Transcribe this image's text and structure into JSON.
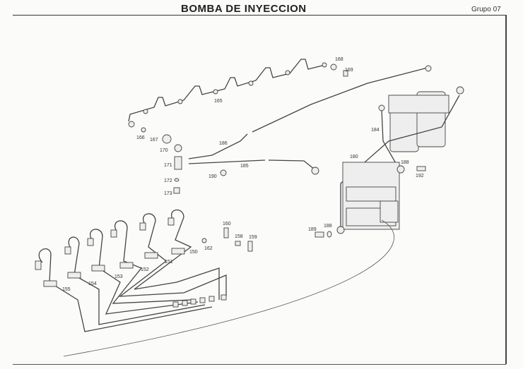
{
  "header": {
    "title": "BOMBA DE INYECCION",
    "group": "Grupo 07"
  },
  "labels": {
    "p165": "165",
    "p168": "168",
    "p169": "169",
    "p166": "166",
    "p167": "167",
    "p170": "170",
    "p171": "171",
    "p172": "172",
    "p173": "173",
    "p186": "186",
    "p185": "185",
    "p190": "190",
    "p180": "180",
    "p184": "184",
    "p188a": "188",
    "p192": "192",
    "p189": "189",
    "p188b": "188",
    "p150": "150",
    "p151": "151",
    "p152": "152",
    "p153": "153",
    "p154": "154",
    "p155": "155",
    "p162": "162",
    "p160": "160",
    "p158": "158",
    "p159": "159"
  }
}
